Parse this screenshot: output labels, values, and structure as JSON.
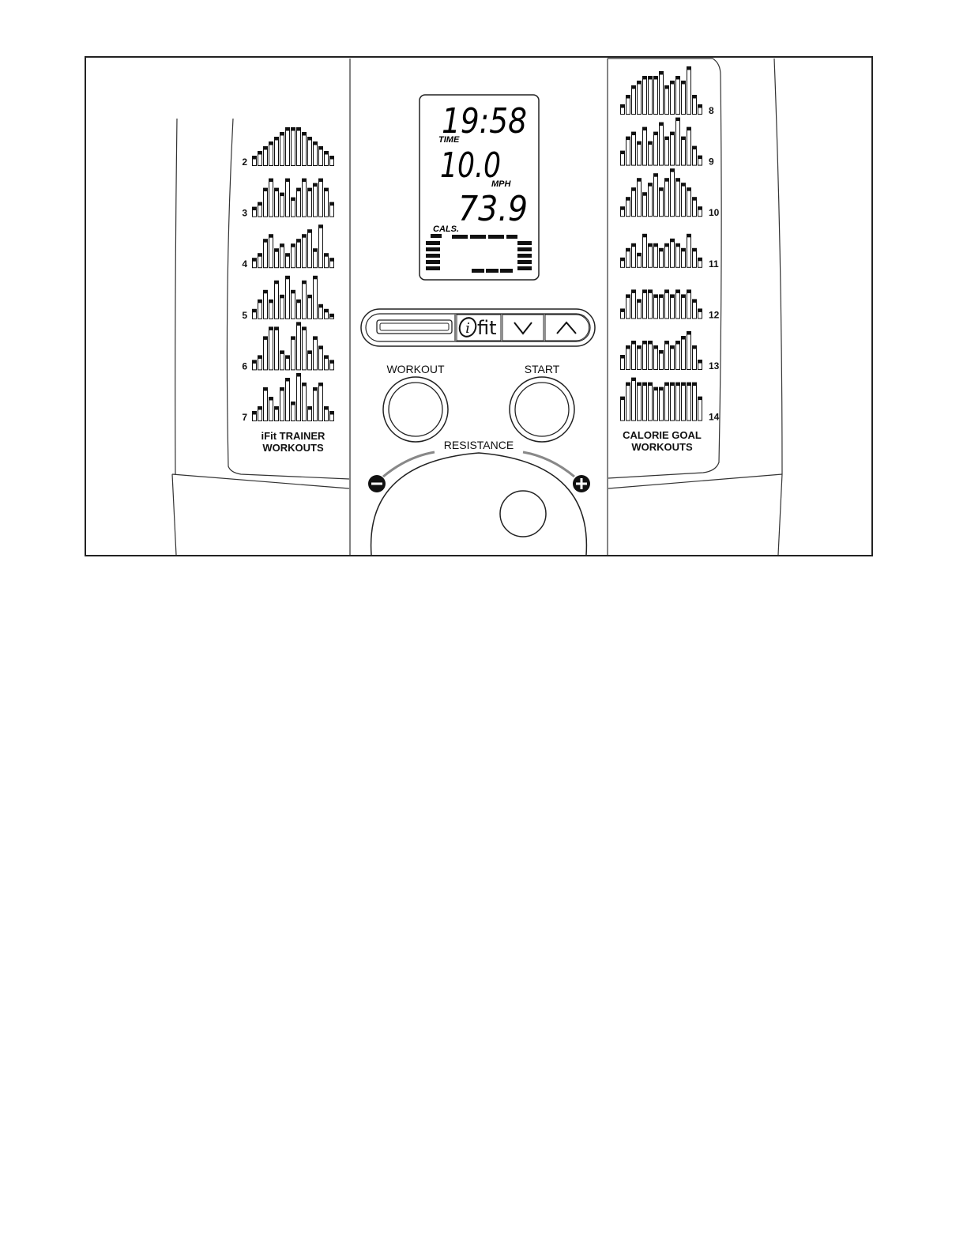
{
  "display": {
    "time_value": "19:58",
    "time_unit": "TIME",
    "speed_value": "10.0",
    "speed_unit": "MPH",
    "cals_value": "73.9",
    "cals_unit": "CALS."
  },
  "controls": {
    "ifit_logo": "fit",
    "workout_label": "WORKOUT",
    "start_label": "START",
    "resistance_label": "RESISTANCE"
  },
  "left_panel": {
    "title_line1": "iFit TRAINER",
    "title_line2": "WORKOUTS",
    "workouts": [
      {
        "number": "2",
        "levels": [
          2,
          3,
          4,
          5,
          6,
          7,
          8,
          8,
          8,
          7,
          6,
          5,
          4,
          3,
          2
        ]
      },
      {
        "number": "3",
        "levels": [
          2,
          3,
          6,
          8,
          6,
          5,
          8,
          4,
          6,
          8,
          6,
          7,
          8,
          6,
          3
        ]
      },
      {
        "number": "4",
        "levels": [
          2,
          3,
          6,
          7,
          4,
          5,
          3,
          5,
          6,
          7,
          8,
          4,
          9,
          3,
          2
        ]
      },
      {
        "number": "5",
        "levels": [
          2,
          4,
          6,
          4,
          8,
          5,
          9,
          6,
          4,
          8,
          5,
          9,
          3,
          2,
          1
        ]
      },
      {
        "number": "6",
        "levels": [
          2,
          3,
          7,
          9,
          9,
          4,
          3,
          7,
          10,
          9,
          4,
          7,
          5,
          3,
          2
        ]
      },
      {
        "number": "7",
        "levels": [
          2,
          3,
          7,
          5,
          3,
          7,
          9,
          4,
          10,
          8,
          3,
          7,
          8,
          3,
          2
        ]
      }
    ]
  },
  "right_panel": {
    "title_line1": "CALORIE GOAL",
    "title_line2": "WORKOUTS",
    "workouts": [
      {
        "number": "8",
        "levels": [
          2,
          4,
          6,
          7,
          8,
          8,
          8,
          9,
          6,
          7,
          8,
          7,
          10,
          4,
          2
        ]
      },
      {
        "number": "9",
        "levels": [
          3,
          6,
          7,
          5,
          8,
          5,
          7,
          9,
          6,
          7,
          10,
          6,
          8,
          4,
          2
        ]
      },
      {
        "number": "10",
        "levels": [
          2,
          4,
          6,
          8,
          5,
          7,
          9,
          6,
          8,
          10,
          8,
          7,
          6,
          4,
          2
        ]
      },
      {
        "number": "11",
        "levels": [
          2,
          4,
          5,
          3,
          7,
          5,
          5,
          4,
          5,
          6,
          5,
          4,
          7,
          4,
          2
        ]
      },
      {
        "number": "12",
        "levels": [
          2,
          5,
          6,
          4,
          6,
          6,
          5,
          5,
          6,
          5,
          6,
          5,
          6,
          4,
          2
        ]
      },
      {
        "number": "13",
        "levels": [
          3,
          5,
          6,
          5,
          6,
          6,
          5,
          4,
          6,
          5,
          6,
          7,
          8,
          5,
          2
        ]
      },
      {
        "number": "14",
        "levels": [
          5,
          8,
          9,
          8,
          8,
          8,
          7,
          7,
          8,
          8,
          8,
          8,
          8,
          8,
          5
        ]
      }
    ]
  }
}
